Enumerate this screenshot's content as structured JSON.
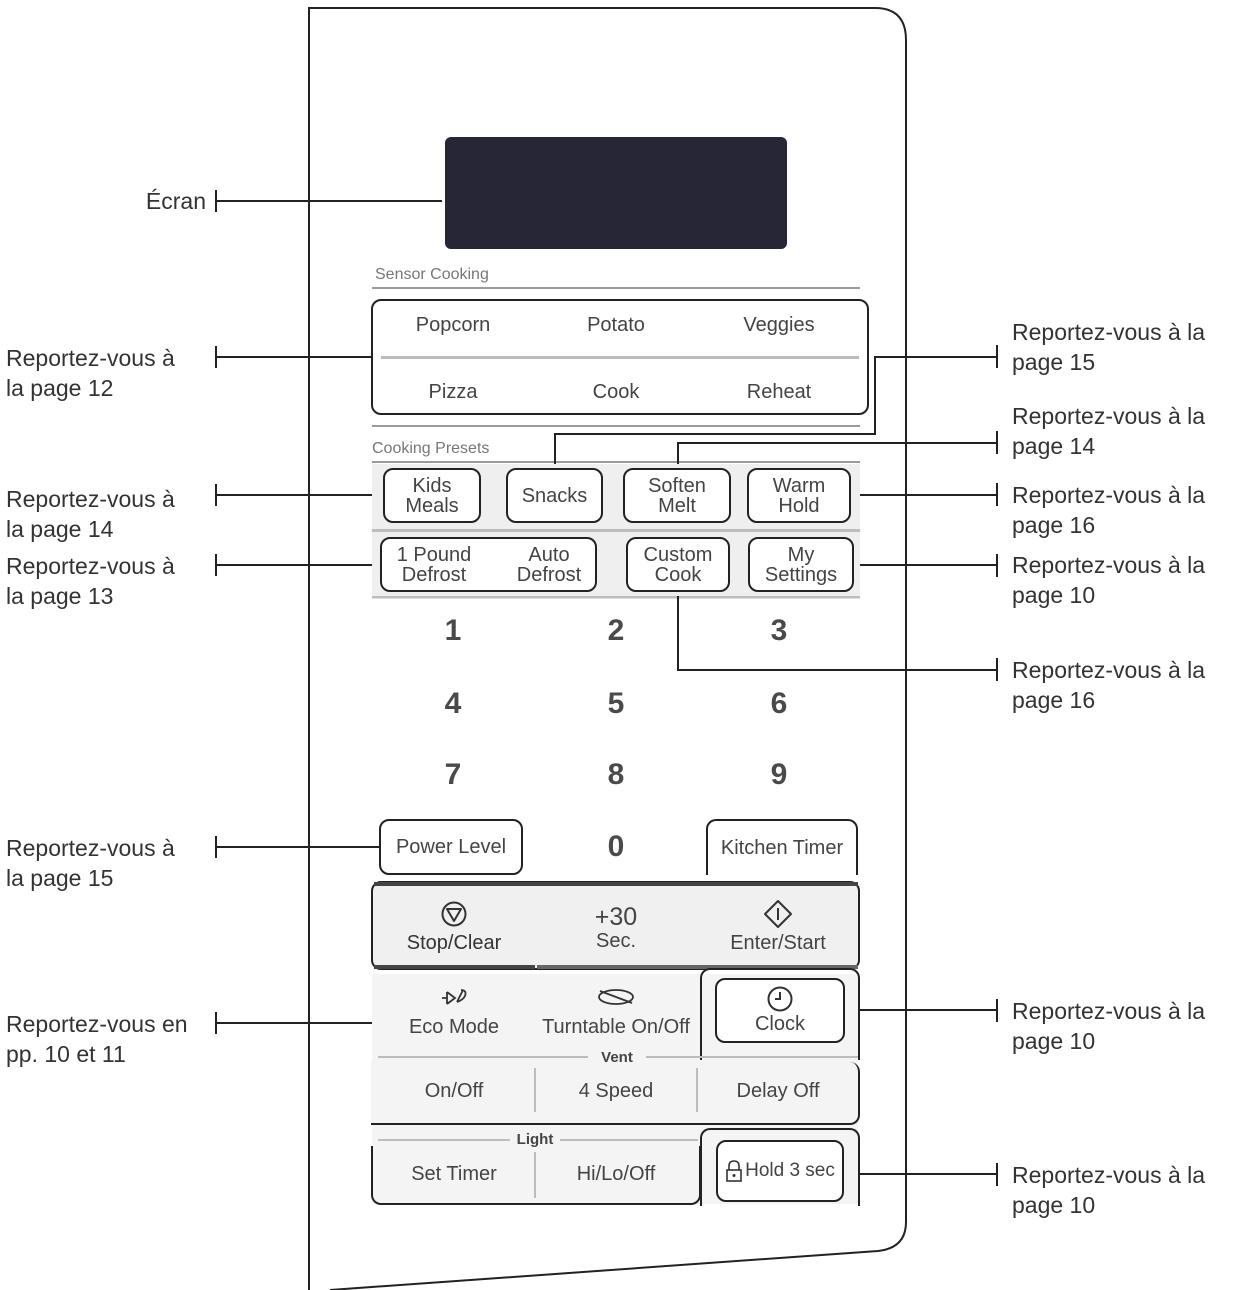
{
  "display_label": "Écran",
  "sections": {
    "sensor_cooking": "Sensor Cooking",
    "cooking_presets": "Cooking Presets",
    "vent": "Vent",
    "light": "Light"
  },
  "sensor": {
    "row1": [
      "Popcorn",
      "Potato",
      "Veggies"
    ],
    "row2": [
      "Pizza",
      "Cook",
      "Reheat"
    ]
  },
  "presets": {
    "kids_meals": "Kids\nMeals",
    "snacks": "Snacks",
    "soften_melt": "Soften\nMelt",
    "warm_hold": "Warm\nHold",
    "one_pound_defrost": "1 Pound\nDefrost",
    "auto_defrost": "Auto\nDefrost",
    "custom_cook": "Custom\nCook",
    "my_settings": "My\nSettings"
  },
  "keypad": [
    "1",
    "2",
    "3",
    "4",
    "5",
    "6",
    "7",
    "8",
    "9",
    "0"
  ],
  "controls": {
    "power_level": "Power Level",
    "kitchen_timer": "Kitchen Timer",
    "stop_clear": "Stop/Clear",
    "plus30_top": "+30",
    "plus30_bottom": "Sec.",
    "enter_start": "Enter/Start",
    "eco_mode": "Eco Mode",
    "turntable": "Turntable On/Off",
    "clock": "Clock",
    "vent_onoff": "On/Off",
    "vent_speed": "4 Speed",
    "delay_off": "Delay Off",
    "set_timer": "Set Timer",
    "hi_lo_off": "Hi/Lo/Off",
    "hold_3_sec": "Hold 3 sec"
  },
  "callouts": {
    "sensor": "Reportez-vous à\nla page 12",
    "snacks": "Reportez-vous à la\npage 15",
    "soften": "Reportez-vous à la\npage 14",
    "kids": "Reportez-vous à\nla page 14",
    "warm": "Reportez-vous à la\npage 16",
    "defrost": "Reportez-vous à\nla page 13",
    "my_settings": "Reportez-vous à la\npage 10",
    "custom": "Reportez-vous à la\npage 16",
    "power": "Reportez-vous à\nla page 15",
    "eco": "Reportez-vous en\npp. 10 et 11",
    "clock": "Reportez-vous à la\npage 10",
    "lock": "Reportez-vous à la\npage 10"
  },
  "icons": [
    "stop-icon",
    "start-icon",
    "eco-mode-icon",
    "turntable-icon",
    "clock-icon",
    "lock-icon"
  ]
}
